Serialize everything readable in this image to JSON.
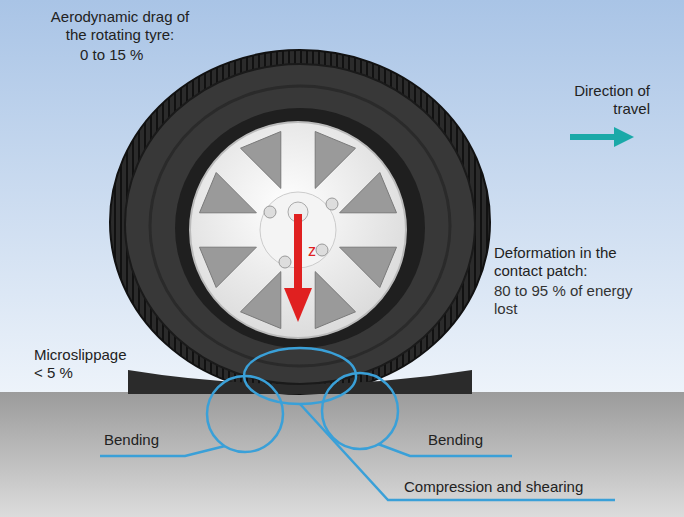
{
  "diagram": {
    "labels": [
      "Aerodynamic drag of the rotating tyre:",
      "0 to 15 %",
      "Direction of travel",
      "z",
      "Deformation in the contact patch:",
      "80 to 95 % of energy lost",
      "Microslippage",
      "< 5 %",
      "Bending",
      "Bending",
      "Compression and shearing"
    ]
  }
}
